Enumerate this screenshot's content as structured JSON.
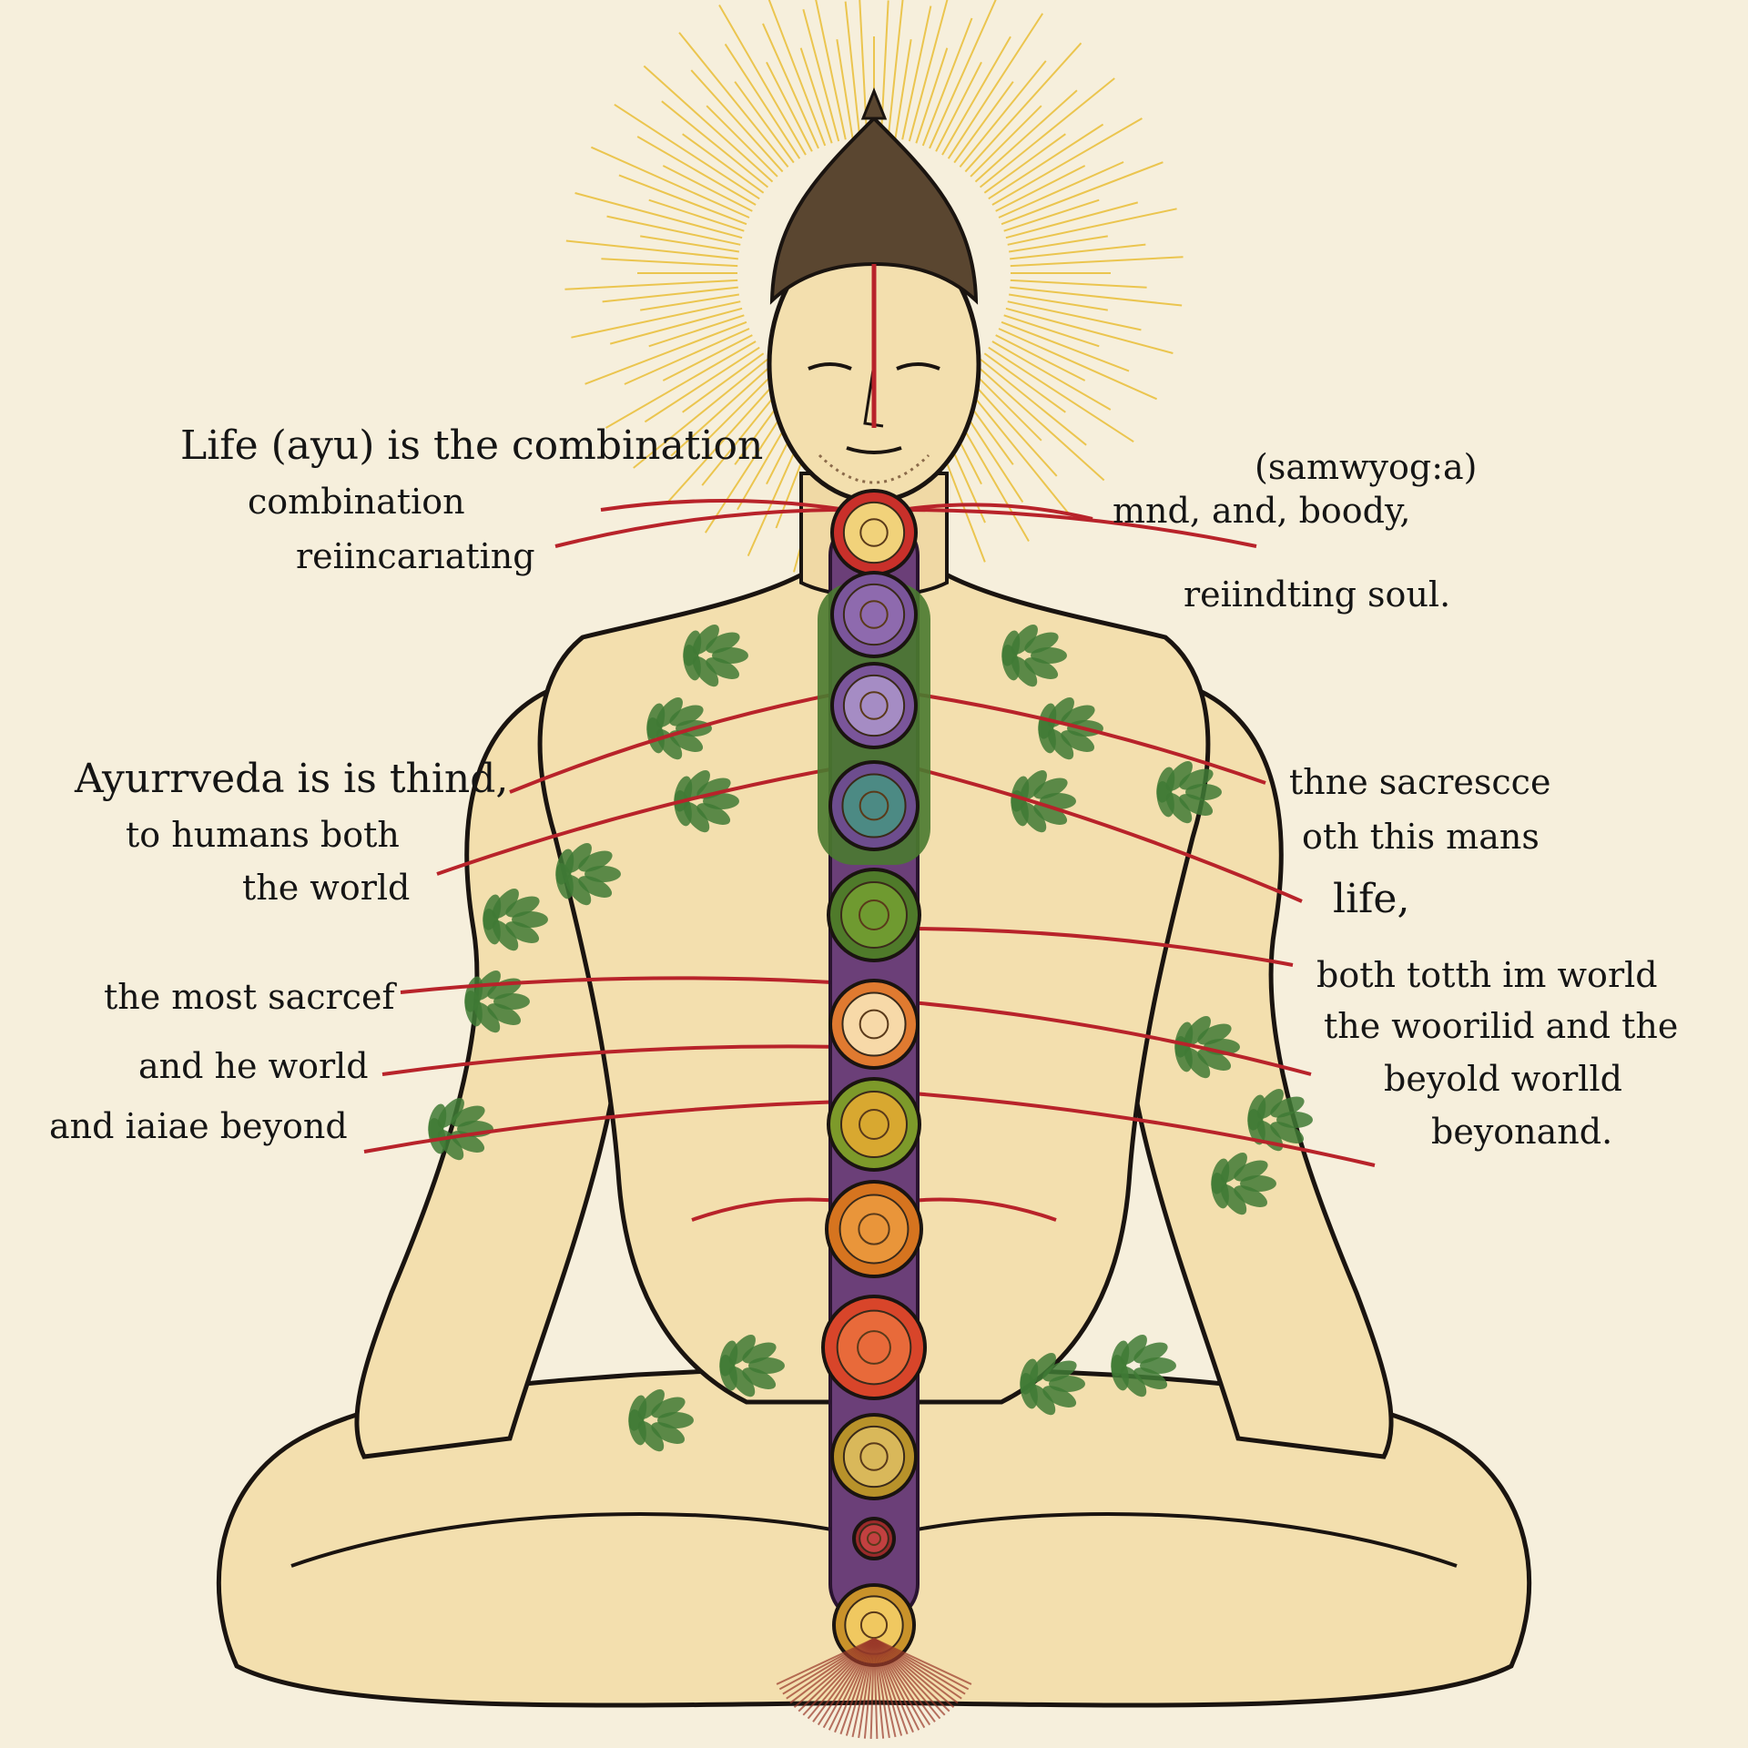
{
  "colors": {
    "background": "#f6efdc",
    "skin": "#f3dfae",
    "outline": "#1a1410",
    "channel": "#b8232a",
    "sushumna": "#6b3f78",
    "foliage": "#3f7a35",
    "halo": "#e8b820"
  },
  "icons": {
    "halo": "sun-rays-icon",
    "chakra": "chakra-medallion-icon",
    "foliage": "leaf-cluster-icon"
  },
  "chakras": [
    {
      "name": "throat-upper",
      "color": "#c9302a",
      "inner": "#f1d27a"
    },
    {
      "name": "throat",
      "color": "#7a559a",
      "inner": "#8e6aae"
    },
    {
      "name": "heart-upper",
      "color": "#7a559a",
      "inner": "#a58cc4"
    },
    {
      "name": "heart",
      "color": "#6d4d8e",
      "inner": "#4c8a84"
    },
    {
      "name": "solar",
      "color": "#4f7a2a",
      "inner": "#6f9a30"
    },
    {
      "name": "navel-upper",
      "color": "#e07a30",
      "inner": "#f7d9a8"
    },
    {
      "name": "navel",
      "color": "#7d9a2a",
      "inner": "#d8a830"
    },
    {
      "name": "sacral",
      "color": "#d6741f",
      "inner": "#e9953a"
    },
    {
      "name": "sacral-lower",
      "color": "#d8452a",
      "inner": "#e86a3a"
    },
    {
      "name": "root-upper",
      "color": "#b8922a",
      "inner": "#d9b85a"
    },
    {
      "name": "root-small",
      "color": "#9a2a2a",
      "inner": "#c24040"
    },
    {
      "name": "root",
      "color": "#c9922a",
      "inner": "#f0c860"
    }
  ],
  "labels": {
    "left_1": "Life (ayu)   is  the combination",
    "left_2": "combination",
    "left_3": "reiincarıating",
    "right_1": "(samwyog:a)",
    "right_2": "mnd,     and,  boody,",
    "right_3": "reiindting soul.",
    "left_4": "Ayurrveda is  is thind,",
    "left_5": "to humans  both",
    "left_6": "the world",
    "right_4": "thne sacrescce",
    "right_5": "oth  this mans",
    "right_6": "life,",
    "left_7": "the most sacrcef",
    "left_8": "and  he world",
    "left_9": "and iaiae   beyond",
    "right_7": "both      totth im world",
    "right_8": "the woorilid  and the",
    "right_9": "beyold worlld",
    "right_10": "beyonand."
  }
}
